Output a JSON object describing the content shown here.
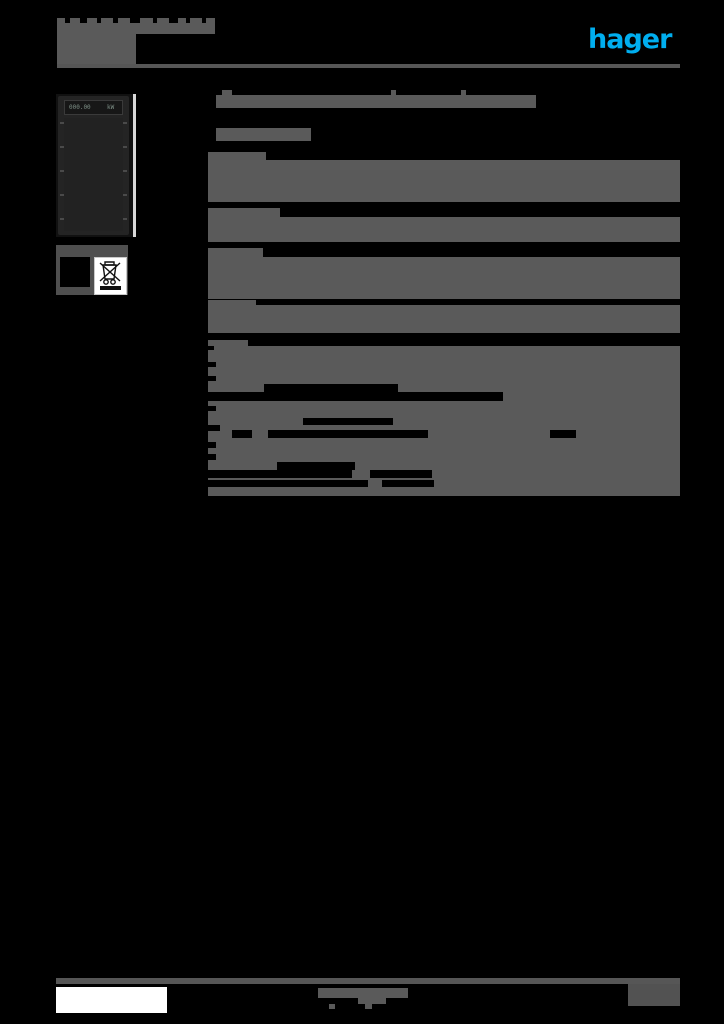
{
  "document": {
    "kind": "product-datasheet",
    "brand": "hager",
    "page_background": "#000000",
    "redaction_color": "#5a5a5a",
    "accent_color": "#00AEEF"
  },
  "header": {
    "title": "",
    "subtitle": "",
    "logo_text": "hager",
    "logo_name": "hager-logo"
  },
  "figure": {
    "product_image_alt": "",
    "display_left_text": "000.00",
    "display_right_text": "kW",
    "icons": [
      {
        "name": "blank-marking-icon",
        "label": ""
      },
      {
        "name": "weee-crossed-bin-icon",
        "label": ""
      }
    ]
  },
  "content": {
    "heading": "",
    "subheading": "",
    "blocks": [
      {
        "name": "description-block",
        "lines": 3
      },
      {
        "name": "spec-group-1",
        "lines": 3
      },
      {
        "name": "spec-group-2",
        "lines": 3
      },
      {
        "name": "spec-group-3",
        "lines": 2
      },
      {
        "name": "spec-group-4",
        "lines": 9
      }
    ]
  },
  "footer": {
    "left_label": "",
    "center_label": "",
    "page_label": ""
  }
}
